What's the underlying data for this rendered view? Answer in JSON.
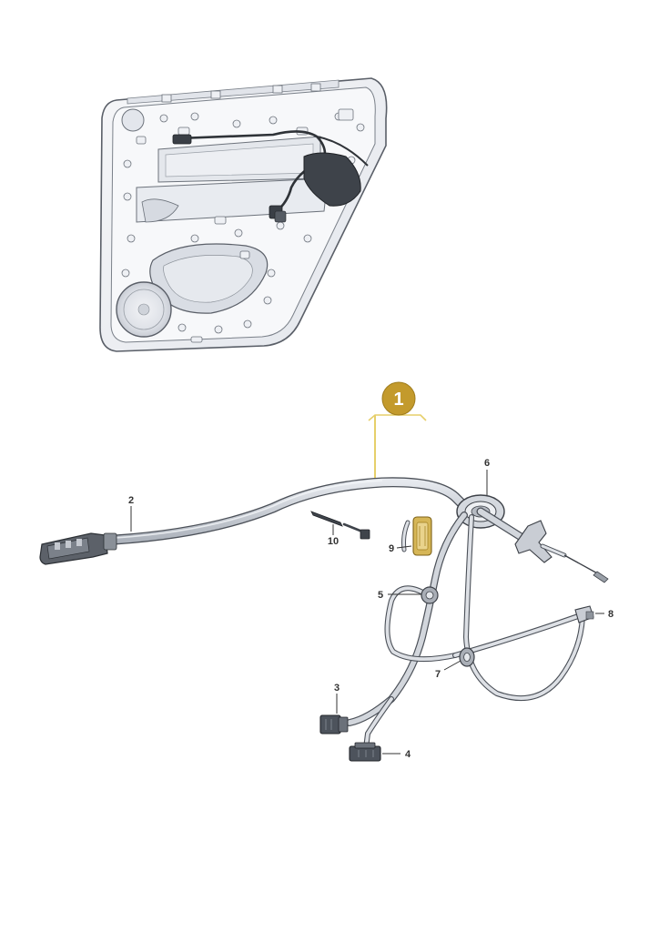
{
  "callouts": {
    "assembly": "1",
    "p2": "2",
    "p3": "3",
    "p4": "4",
    "p5": "5",
    "p6": "6",
    "p7": "7",
    "p8": "8",
    "p9": "9",
    "p10": "10"
  },
  "colors": {
    "badge": "#c39a2c",
    "badge_line": "#e6cf6a",
    "harness": "#c7ccd4",
    "outline": "#4b5058",
    "connector": "#4d535c",
    "door_fill": "#eef0f4"
  },
  "icons": {
    "door": "door-panel-illustration",
    "harness": "wiring-harness-illustration"
  }
}
